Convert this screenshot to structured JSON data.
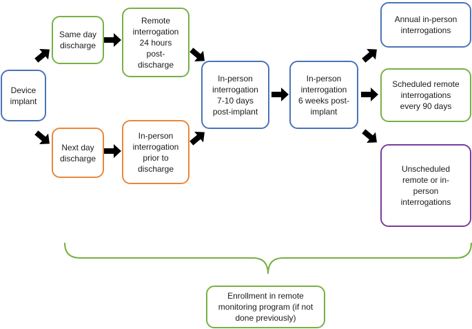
{
  "boxes": {
    "device_implant": "Device\nimplant",
    "same_day": "Same day\ndischarge",
    "next_day": "Next day\ndischarge",
    "remote_24h": "Remote\ninterrogation\n24 hours\npost-\ndischarge",
    "prior_discharge": "In-person\ninterrogation\nprior to\ndischarge",
    "seven_ten": "In-person\ninterrogation\n7-10 days\npost-implant",
    "six_weeks": "In-person\ninterrogation\n6 weeks post-\nimplant",
    "annual": "Annual in-person\ninterrogations",
    "scheduled": "Scheduled remote\ninterrogations\nevery 90 days",
    "unscheduled": "Unscheduled\nremote or in-\nperson\ninterrogations",
    "enrollment": "Enrollment in remote\nmonitoring program (if not\ndone previously)"
  },
  "colors": {
    "blue": "#4a72b8",
    "green": "#76b043",
    "orange": "#e8873a",
    "purple": "#7a3b9a",
    "arrow": "#000000"
  }
}
